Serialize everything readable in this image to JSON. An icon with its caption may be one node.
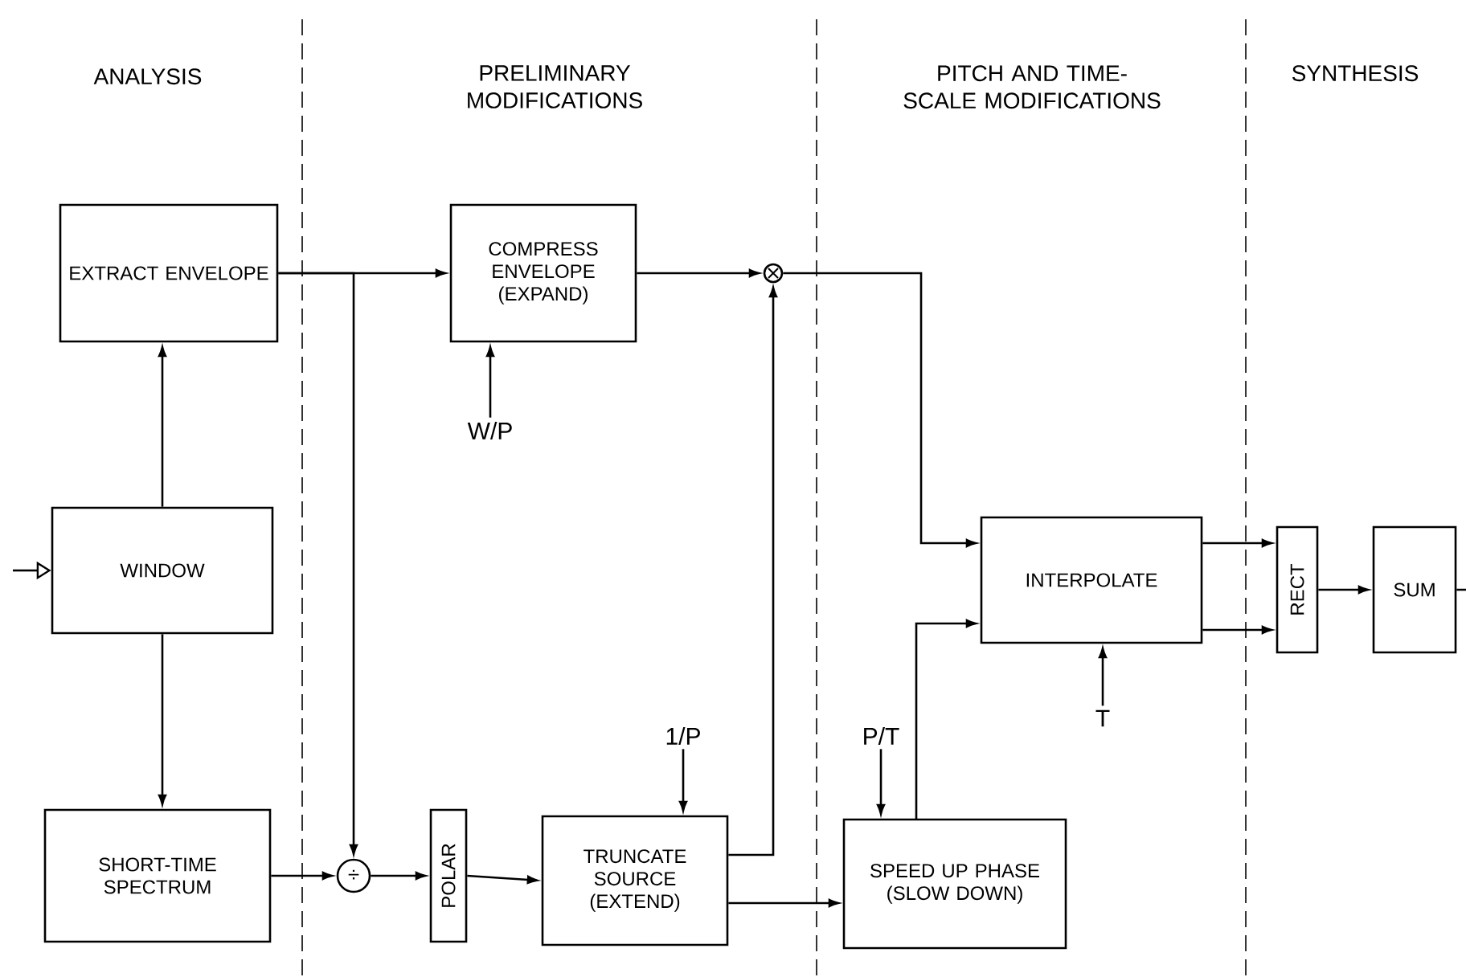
{
  "diagram": {
    "nodes": [
      {
        "text": [
          "EXTRACT ENVELOPE"
        ]
      },
      {
        "text": [
          "WINDOW"
        ]
      },
      {
        "text": [
          "SHORT-TIME SPECTRUM"
        ]
      },
      {
        "text": [
          "COMPRESS ENVELOPE (EXPAND)"
        ]
      },
      {
        "text": [
          "÷"
        ]
      },
      {
        "text": [],
        "shape": "circle"
      },
      {
        "text": [
          "POLAR"
        ]
      },
      {
        "text": [
          "TRUNCATE SOURCE (EXTEND)"
        ]
      },
      {
        "text": [
          "SPEED UP PHASE (SLOW DOWN)"
        ]
      },
      {
        "text": [
          "INTERPOLATE"
        ]
      },
      {
        "text": [
          "RECT"
        ]
      },
      {
        "text": [
          "SUM"
        ]
      },
      {
        "text": [
          "W/P"
        ]
      },
      {
        "text": [
          "1/P"
        ]
      },
      {
        "text": [
          "P/T"
        ]
      },
      {
        "text": [
          "T"
        ]
      }
    ],
    "edges": [
      {
        "from": null,
        "to": 1,
        "arrow": "to"
      },
      {
        "from": 1,
        "to": 0,
        "arrow": "to"
      },
      {
        "from": 1,
        "to": 2,
        "arrow": "to"
      },
      {
        "from": 0,
        "to": 3,
        "arrow": "to"
      },
      {
        "from": 0,
        "to": 4,
        "arrow": "to"
      },
      {
        "from": 2,
        "to": 4,
        "arrow": "to"
      },
      {
        "from": 4,
        "to": 6,
        "arrow": "to"
      },
      {
        "from": 6,
        "to": 7,
        "arrow": "to"
      },
      {
        "from": 7,
        "to": 5,
        "arrow": "to"
      },
      {
        "from": 3,
        "to": 5,
        "arrow": "to"
      },
      {
        "from": 7,
        "to": 8,
        "arrow": "to"
      },
      {
        "from": 5,
        "to": 9,
        "arrow": "to"
      },
      {
        "from": 8,
        "to": 9,
        "arrow": "to"
      },
      {
        "from": 9,
        "to": 10,
        "arrow": "to"
      },
      {
        "from": 9,
        "to": 10,
        "arrow": "to"
      },
      {
        "from": 10,
        "to": 11,
        "arrow": "to"
      },
      {
        "from": 11,
        "to": null,
        "arrow": "none"
      },
      {
        "from": 12,
        "to": 3,
        "arrow": "to"
      },
      {
        "from": 13,
        "to": 7,
        "arrow": "to"
      },
      {
        "from": 14,
        "to": 8,
        "arrow": "to"
      },
      {
        "from": 15,
        "to": 9,
        "arrow": "to"
      }
    ],
    "labels": [
      "ANALYSIS",
      "PRELIMINARY MODIFICATIONS",
      "PITCH AND TIME-SCALE MODIFICATIONS",
      "SYNTHESIS"
    ]
  }
}
